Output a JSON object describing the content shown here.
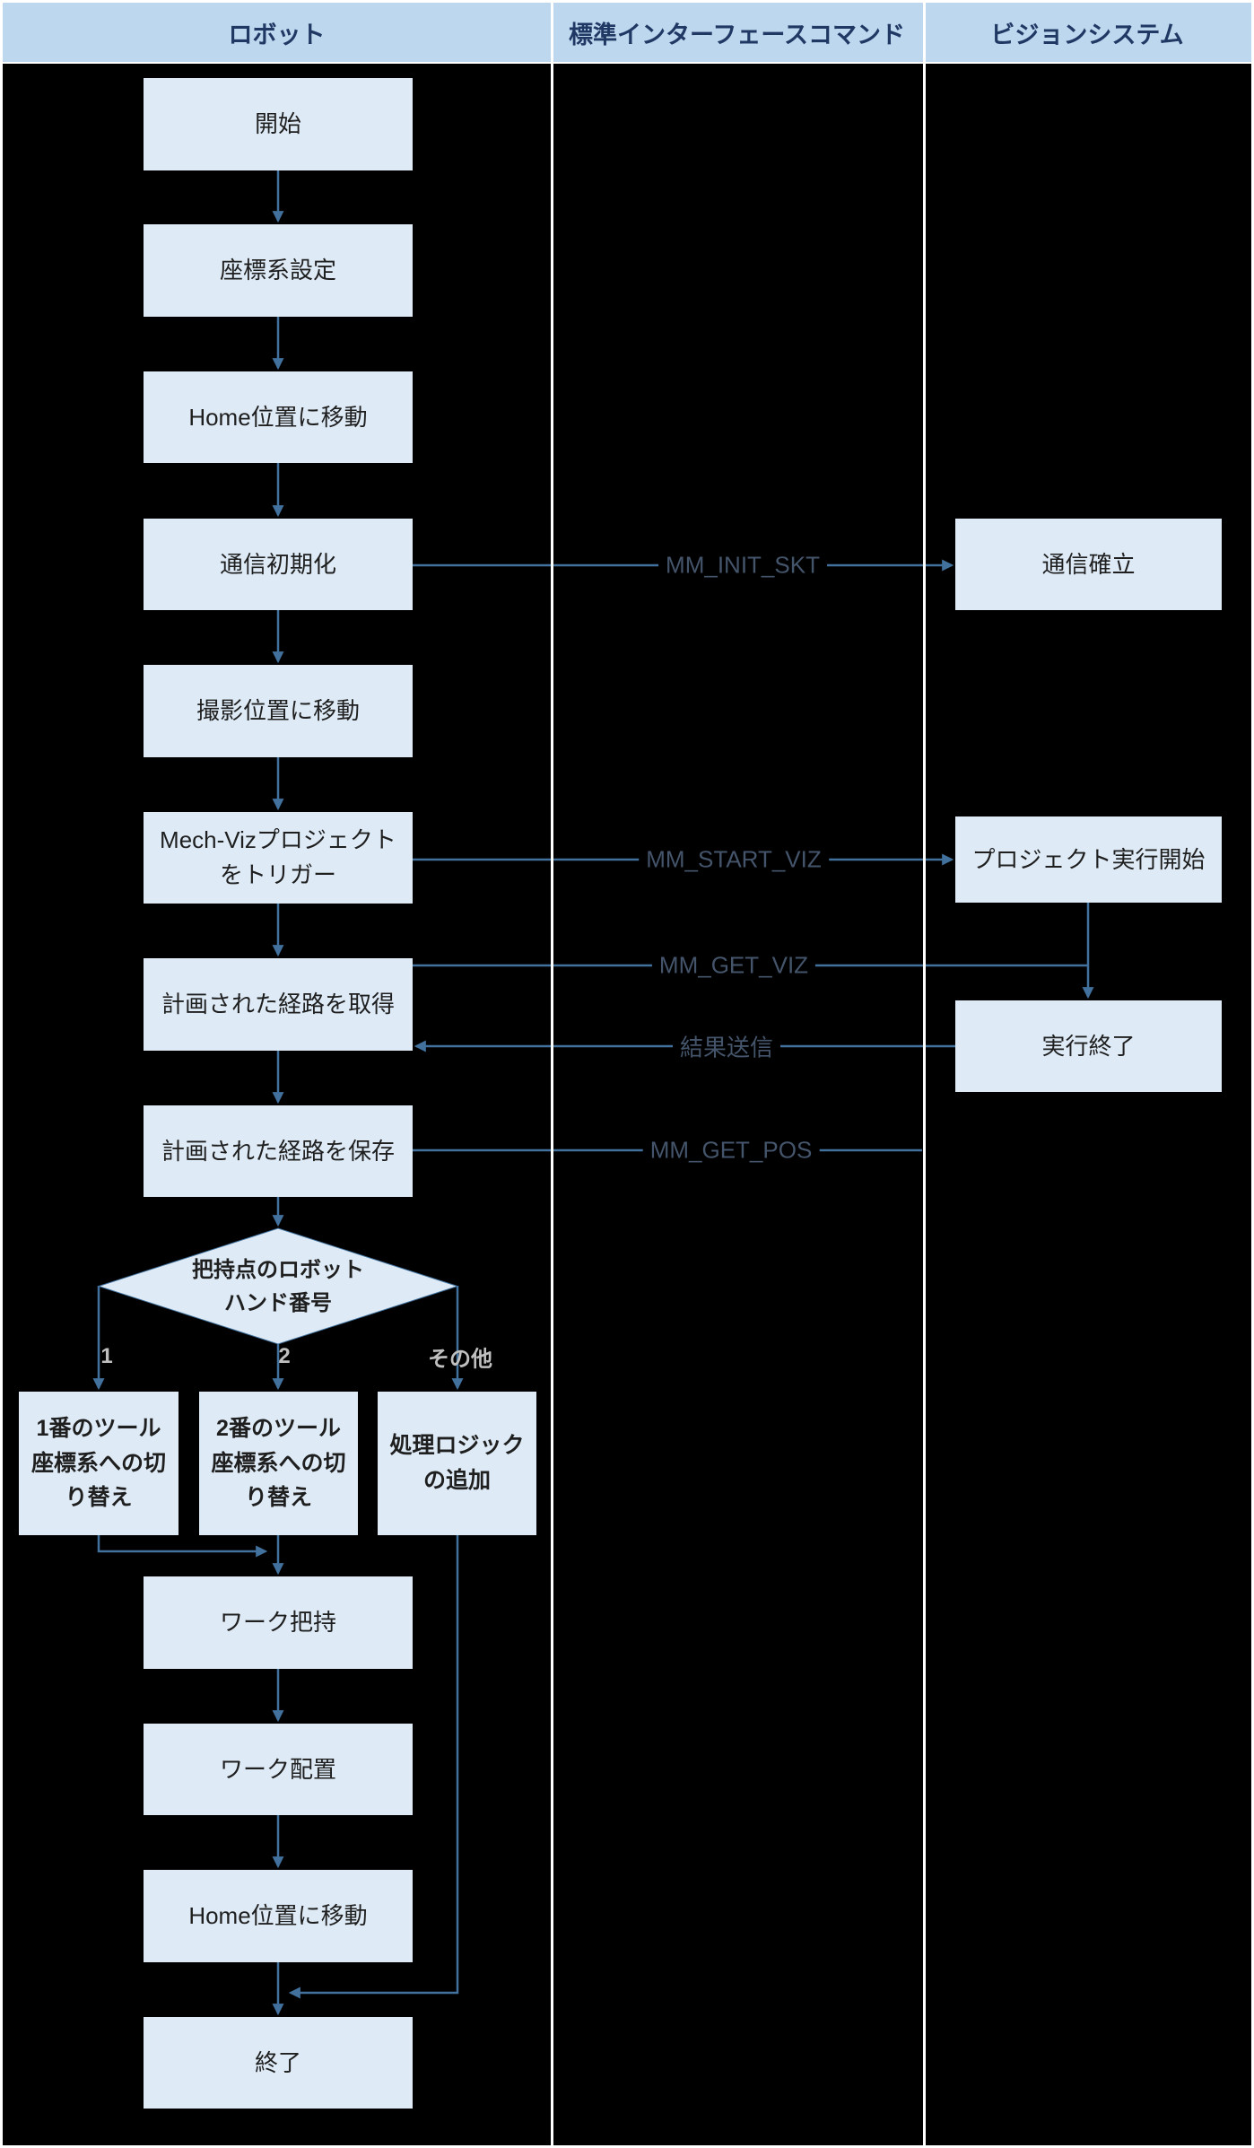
{
  "header": {
    "robot": "ロボット",
    "interface": "標準インターフェースコマンド",
    "vision": "ビジョンシステム"
  },
  "robot": {
    "start": "開始",
    "coord": "座標系設定",
    "home1": "Home位置に移動",
    "comm_init": "通信初期化",
    "capture_pos": "撮影位置に移動",
    "trigger": "Mech-Vizプロジェクトをトリガー",
    "get_path": "計画された経路を取得",
    "save_path": "計画された経路を保存",
    "decision_line1": "把持点のロボット",
    "decision_line2": "ハンド番号",
    "branch_1": "1",
    "branch_2": "2",
    "branch_other": "その他",
    "tool1": "1番のツール座標系への切り替え",
    "tool2": "2番のツール座標系への切り替え",
    "other_logic": "処理ロジックの追加",
    "grasp": "ワーク把持",
    "place": "ワーク配置",
    "home2": "Home位置に移動",
    "end": "終了"
  },
  "commands": {
    "init_skt": "MM_INIT_SKT",
    "start_viz": "MM_START_VIZ",
    "get_viz": "MM_GET_VIZ",
    "result": "結果送信",
    "get_pos": "MM_GET_POS"
  },
  "vision": {
    "established": "通信確立",
    "project_start": "プロジェクト実行開始",
    "exec_end": "実行終了"
  },
  "colors": {
    "background": "#000000",
    "grid_line": "#FFFFFF",
    "header_bg": "#BDD7EE",
    "header_text": "#1F3864",
    "box_bg": "#DEEBF7",
    "box_text": "#1F1F1F",
    "line": "#41719C",
    "command_label": "#44546A",
    "branch_label": "#BFBFBF"
  }
}
